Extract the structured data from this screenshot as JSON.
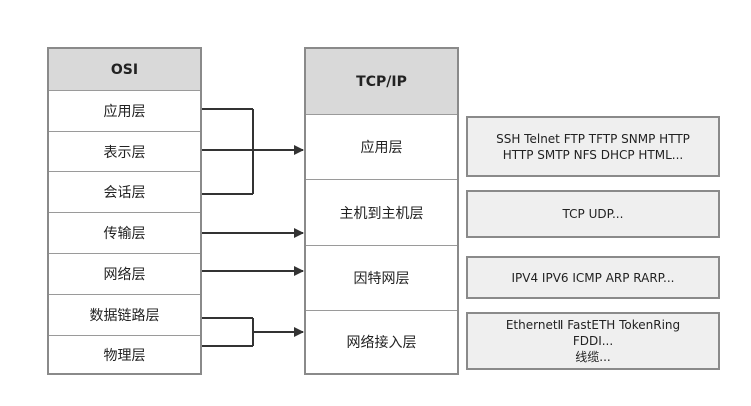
{
  "osi": {
    "title": "OSI",
    "layers": [
      "应用层",
      "表示层",
      "会话层",
      "传输层",
      "网络层",
      "数据链路层",
      "物理层"
    ]
  },
  "tcpip": {
    "title": "TCP/IP",
    "layers": [
      "应用层",
      "主机到主机层",
      "因特网层",
      "网络接入层"
    ]
  },
  "protocols": {
    "application": [
      "SSH Telnet FTP TFTP SNMP HTTP",
      "HTTP SMTP NFS DHCP HTML..."
    ],
    "host_to_host": [
      "TCP UDP..."
    ],
    "internet": [
      "IPV4 IPV6 ICMP ARP RARP..."
    ],
    "network_access": [
      "EthernetⅡ FastETH TokenRing",
      "FDDI...",
      "线缆..."
    ]
  }
}
